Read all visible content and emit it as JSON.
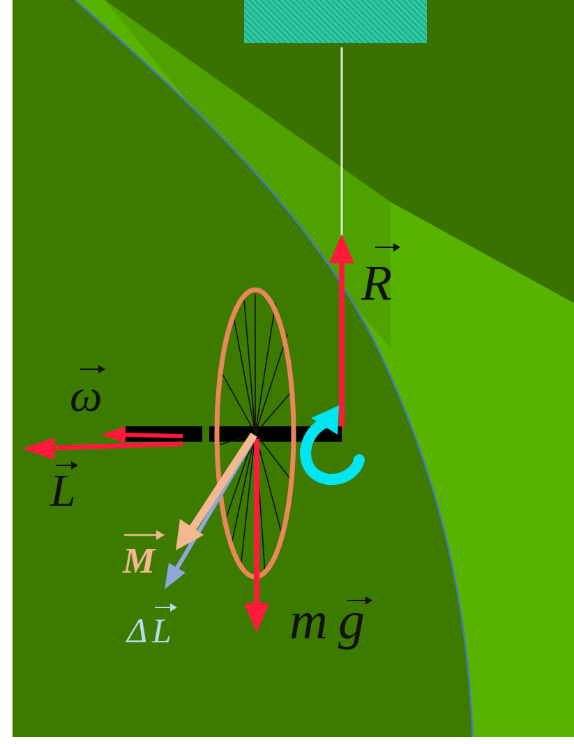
{
  "labels": {
    "reaction": "R",
    "angular_velocity": "ω",
    "angular_momentum": "L",
    "torque": "M",
    "delta_momentum_prefix": "Δ",
    "delta_momentum_symbol": "L",
    "weight_m": "m",
    "weight_g": "g"
  },
  "colors": {
    "background_dark": "#3c7a00",
    "background_light": "#57b300",
    "wedge_dark": "#3a7200",
    "orbit_line": "#4a78c8",
    "support_fill": "#2ec8a0",
    "string": "#d8f0d0",
    "force_arrow": "#ff1a3c",
    "wheel_rim": "#e8875a",
    "spokes": "#111111",
    "axle": "#000000",
    "rotation_arrow": "#00e5f0",
    "torque_arrow": "#f4b890",
    "delta_arrow": "#8fa8d8",
    "label_dark": "#111111",
    "torque_label": "#f4b890",
    "delta_label": "#b8d8f0"
  },
  "icons": {
    "rotation": "curved-rotation-arrow-icon",
    "vector_hat": "vector-arrow-icon"
  }
}
